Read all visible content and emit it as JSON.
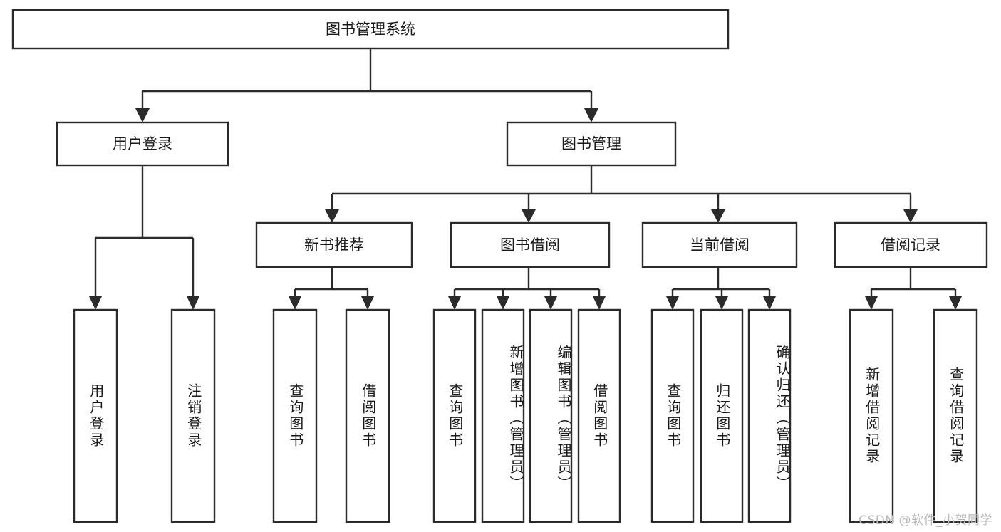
{
  "diagram": {
    "type": "hierarchy-tree",
    "title": "图书管理系统",
    "watermark": "CSDN @软件_小贺同学",
    "colors": {
      "background": "#ffffff",
      "box_stroke": "#2b2b2b",
      "box_fill": "#ffffff",
      "text": "#1a1a1a",
      "watermark": "#b9b9b9"
    },
    "levels": {
      "root": "图书管理系统",
      "level2": [
        "用户登录",
        "图书管理"
      ],
      "level3": [
        "新书推荐",
        "图书借阅",
        "当前借阅",
        "借阅记录"
      ]
    },
    "nodes": {
      "root": {
        "label": "图书管理系统"
      },
      "user_login": {
        "label": "用户登录"
      },
      "book_manage": {
        "label": "图书管理"
      },
      "new_book_rec": {
        "label": "新书推荐"
      },
      "book_borrow": {
        "label": "图书借阅"
      },
      "current_borrow": {
        "label": "当前借阅"
      },
      "borrow_record": {
        "label": "借阅记录"
      }
    },
    "leaves": {
      "user_login": [
        {
          "label": "用户登录"
        },
        {
          "label": "注销登录"
        }
      ],
      "new_book_rec": [
        {
          "label": "查询图书"
        },
        {
          "label": "借阅图书"
        }
      ],
      "book_borrow": [
        {
          "label": "查询图书"
        },
        {
          "label": "新增图书（管理员）"
        },
        {
          "label": "编辑图书（管理员）"
        },
        {
          "label": "借阅图书"
        }
      ],
      "current_borrow": [
        {
          "label": "查询图书"
        },
        {
          "label": "归还图书"
        },
        {
          "label": "确认归还（管理员）"
        }
      ],
      "borrow_record": [
        {
          "label": "新增借阅记录"
        },
        {
          "label": "查询借阅记录"
        }
      ]
    }
  }
}
